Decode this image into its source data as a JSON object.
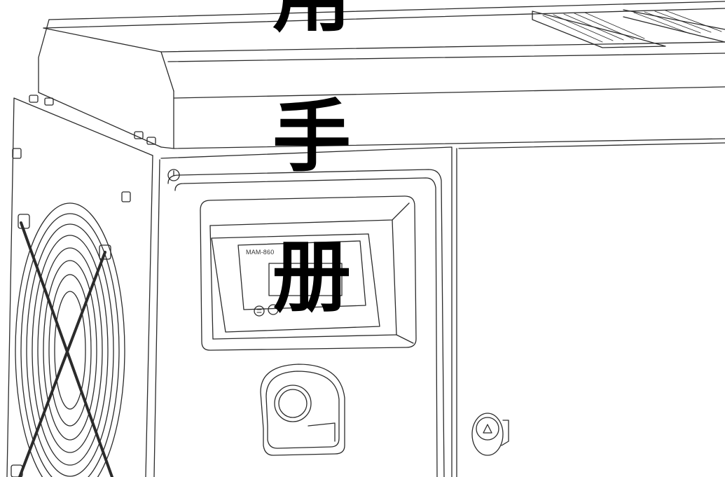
{
  "title_chars": [
    "用",
    "手",
    "册"
  ],
  "machine": {
    "model_label": "MAM-860"
  },
  "colors": {
    "line": "#2b2b2b",
    "background": "#ffffff",
    "title_text": "#000000"
  },
  "icons": {
    "power_symbol": "power-icon",
    "fan": "fan-icon",
    "warning_light": "warning-triangle-icon",
    "emergency_stop": "emergency-stop-icon"
  }
}
